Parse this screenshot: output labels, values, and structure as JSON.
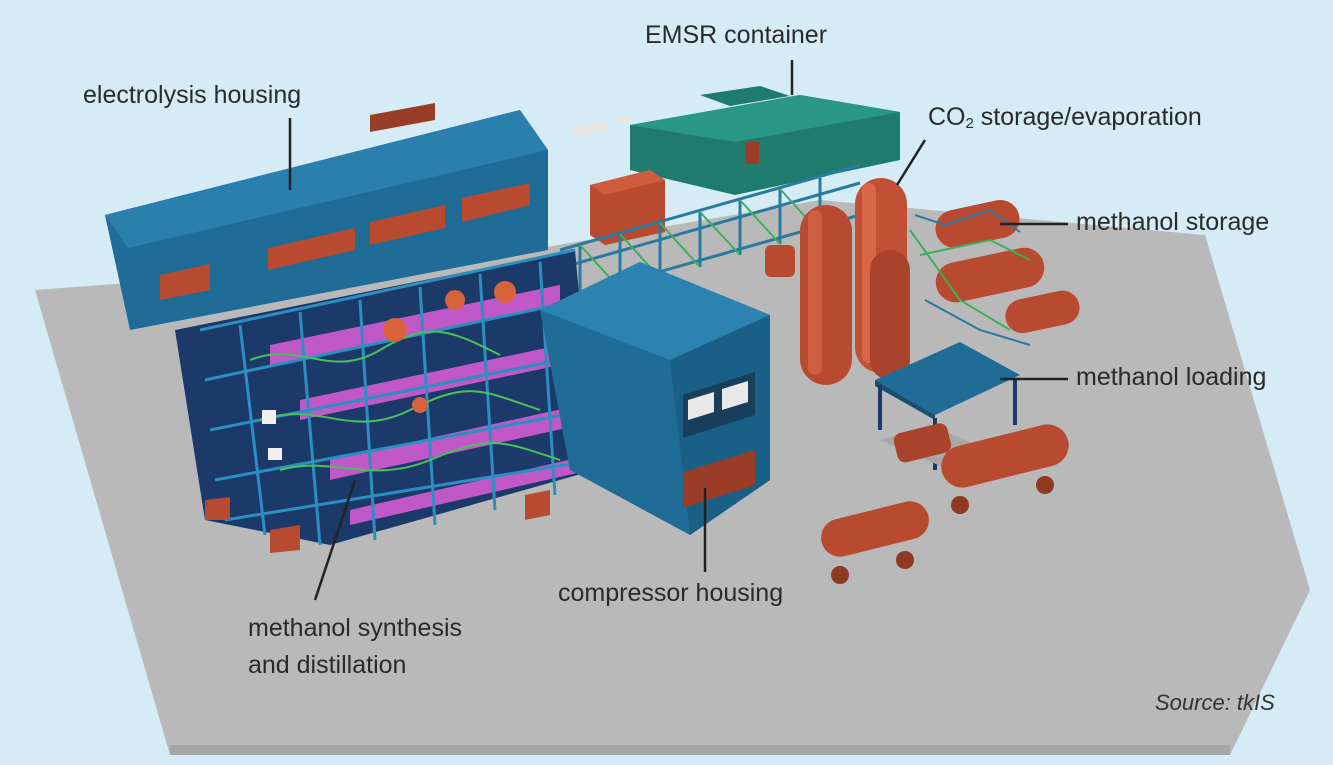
{
  "labels": {
    "electrolysis": "electrolysis housing",
    "emsr": "EMSR container",
    "co2_pre": "CO",
    "co2_sub": "2",
    "co2_post": " storage/evaporation",
    "methanol_storage": "methanol storage",
    "methanol_loading": "methanol loading",
    "compressor": "compressor housing",
    "synthesis_line1": "methanol synthesis",
    "synthesis_line2": "and distillation"
  },
  "source": "Source: tkIS",
  "colors": {
    "background": "#d5ecf7",
    "ground": "#b9b9b9",
    "housing_blue": "#1f6c96",
    "container_teal": "#1e7b6e",
    "tank_red": "#b84a30",
    "leader_line": "#222222"
  }
}
